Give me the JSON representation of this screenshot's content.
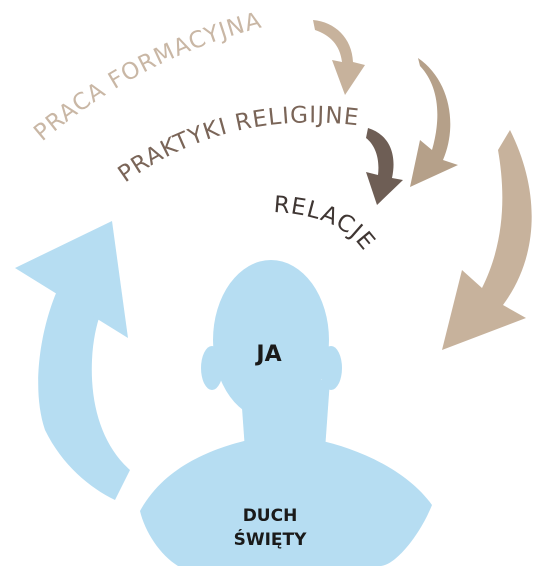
{
  "labels": {
    "praca_formacyjna": "PRACA FORMACYJNA",
    "praktyki_religijne": "PRAKTYKI RELIGIJNE",
    "relacje": "RELACJE",
    "ja": "JA",
    "duch_line1": "DUCH",
    "duch_line2": "ŚWIĘTY"
  },
  "colors": {
    "light_brown": "#C7B29C",
    "medium_brown": "#A48C76",
    "dark_brown": "#6E5E55",
    "light_blue": "#B6DDF2",
    "label_praca": "#C9B7A5",
    "label_praktyki": "#7A6558",
    "label_relacje": "#3F3633",
    "label_dark": "#1A1A1A"
  }
}
